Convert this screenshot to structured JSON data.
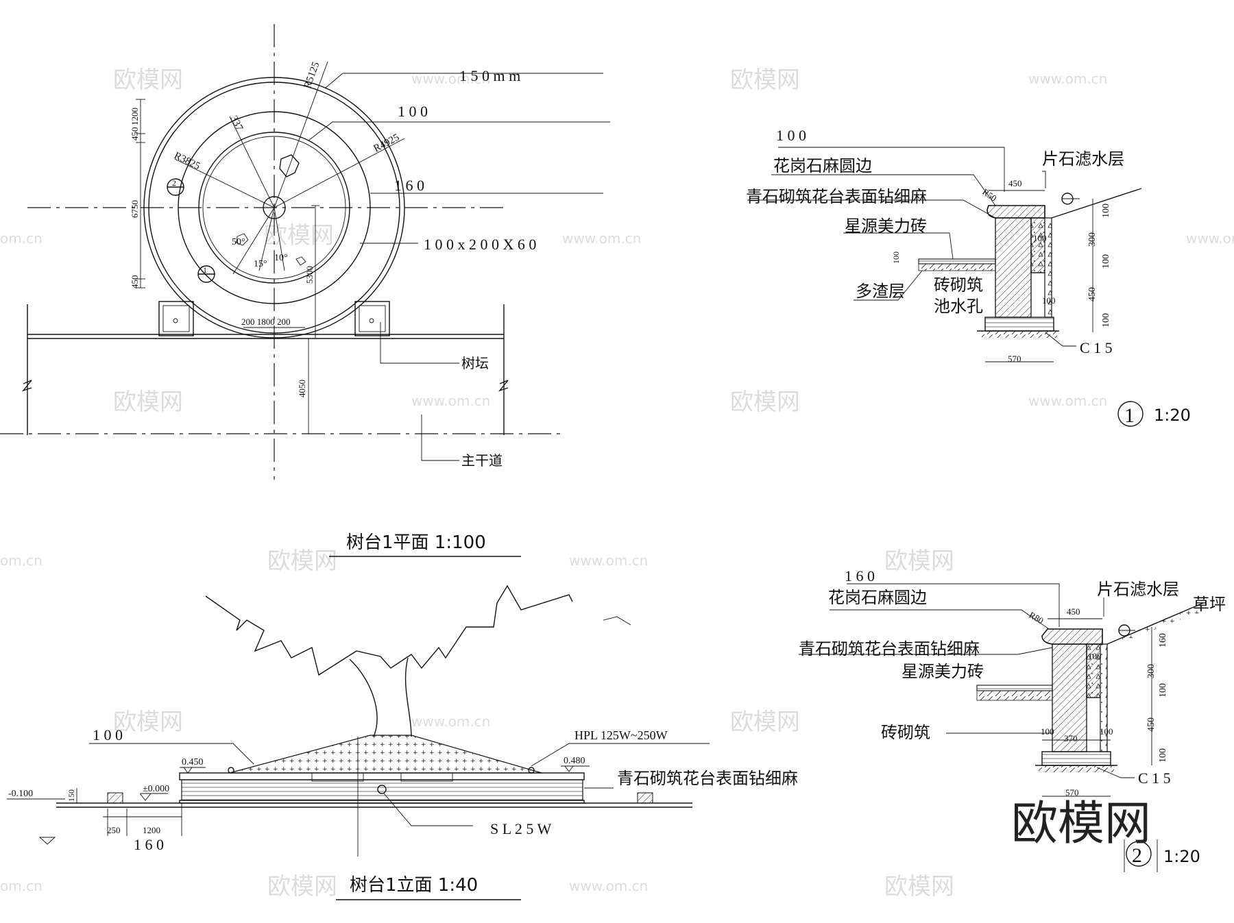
{
  "plan": {
    "title": "树台1平面 1:100",
    "lead_150": "1 5 0 m m",
    "lead_100": "1 0 0",
    "lead_160": "1 6 0",
    "lead_brick": "1 0 0 x 2 0 0 X 6 0",
    "r_outer": "R5125",
    "r_mid": "R4925",
    "r_inner": "R3825",
    "ang_337": "337",
    "dim_6750": "6750",
    "dim_450a": "450",
    "dim_1200": "1200",
    "dim_450b": "450",
    "dim_5300": "5300",
    "dim_4050": "4050",
    "dim_bottom": "200 1800 200",
    "ang_50": "50°",
    "ang_15": "15°",
    "ang_10": "10°",
    "mark_1": "1",
    "mark_2": "2",
    "tree_pit": "树坛",
    "main_road": "主干道"
  },
  "elevation": {
    "title": "树台1立面 1:40",
    "lead_100": "1 0 0",
    "lead_160": "1 6 0",
    "hpl": "HPL 125W~250W",
    "sl": "S L 2 5 W",
    "lvl_0450": "0.450",
    "lvl_0480": "0.480",
    "lvl_000": "±0.000",
    "lvl_m0100": "-0.100",
    "dim_150": "150",
    "dim_250": "250",
    "dim_1200": "1200",
    "surface": "青石砌筑花台表面钻细麻"
  },
  "detail1": {
    "lead_100": "1 0 0",
    "granite": "花岗石麻圆边",
    "bluestone": "青石砌筑花台表面钻细麻",
    "tile": "星源美力砖",
    "slag": "多渣层",
    "brick": "砖砌筑",
    "drain": "池水孔",
    "filter": "片石滤水层",
    "c15": "C 1 5",
    "r50": "R50",
    "d450": "450",
    "d570": "570",
    "v100a": "100",
    "v300": "300",
    "v100b": "100",
    "v450": "450",
    "v100c": "100",
    "i100a": "100",
    "i100b": "100",
    "i100c": "100",
    "scale_num": "1",
    "scale": "1:20"
  },
  "detail2": {
    "lead_160": "1 6 0",
    "granite": "花岗石麻圆边",
    "bluestone": "青石砌筑花台表面钻细麻",
    "tile": "星源美力砖",
    "brick": "砖砌筑",
    "filter": "片石滤水层",
    "lawn": "草坪",
    "c15": "C 1 5",
    "r80": "R80",
    "d450": "450",
    "d570": "570",
    "d370": "370",
    "v160": "160",
    "v300": "300",
    "v100a": "100",
    "v450": "450",
    "v100b": "100",
    "i100a": "100",
    "i100b": "100",
    "i100c": "100",
    "scale_num": "2",
    "scale": "1:20"
  },
  "watermark": {
    "logo": "欧模网",
    "url": "www.om.cn",
    "url_short": "om.cn"
  }
}
